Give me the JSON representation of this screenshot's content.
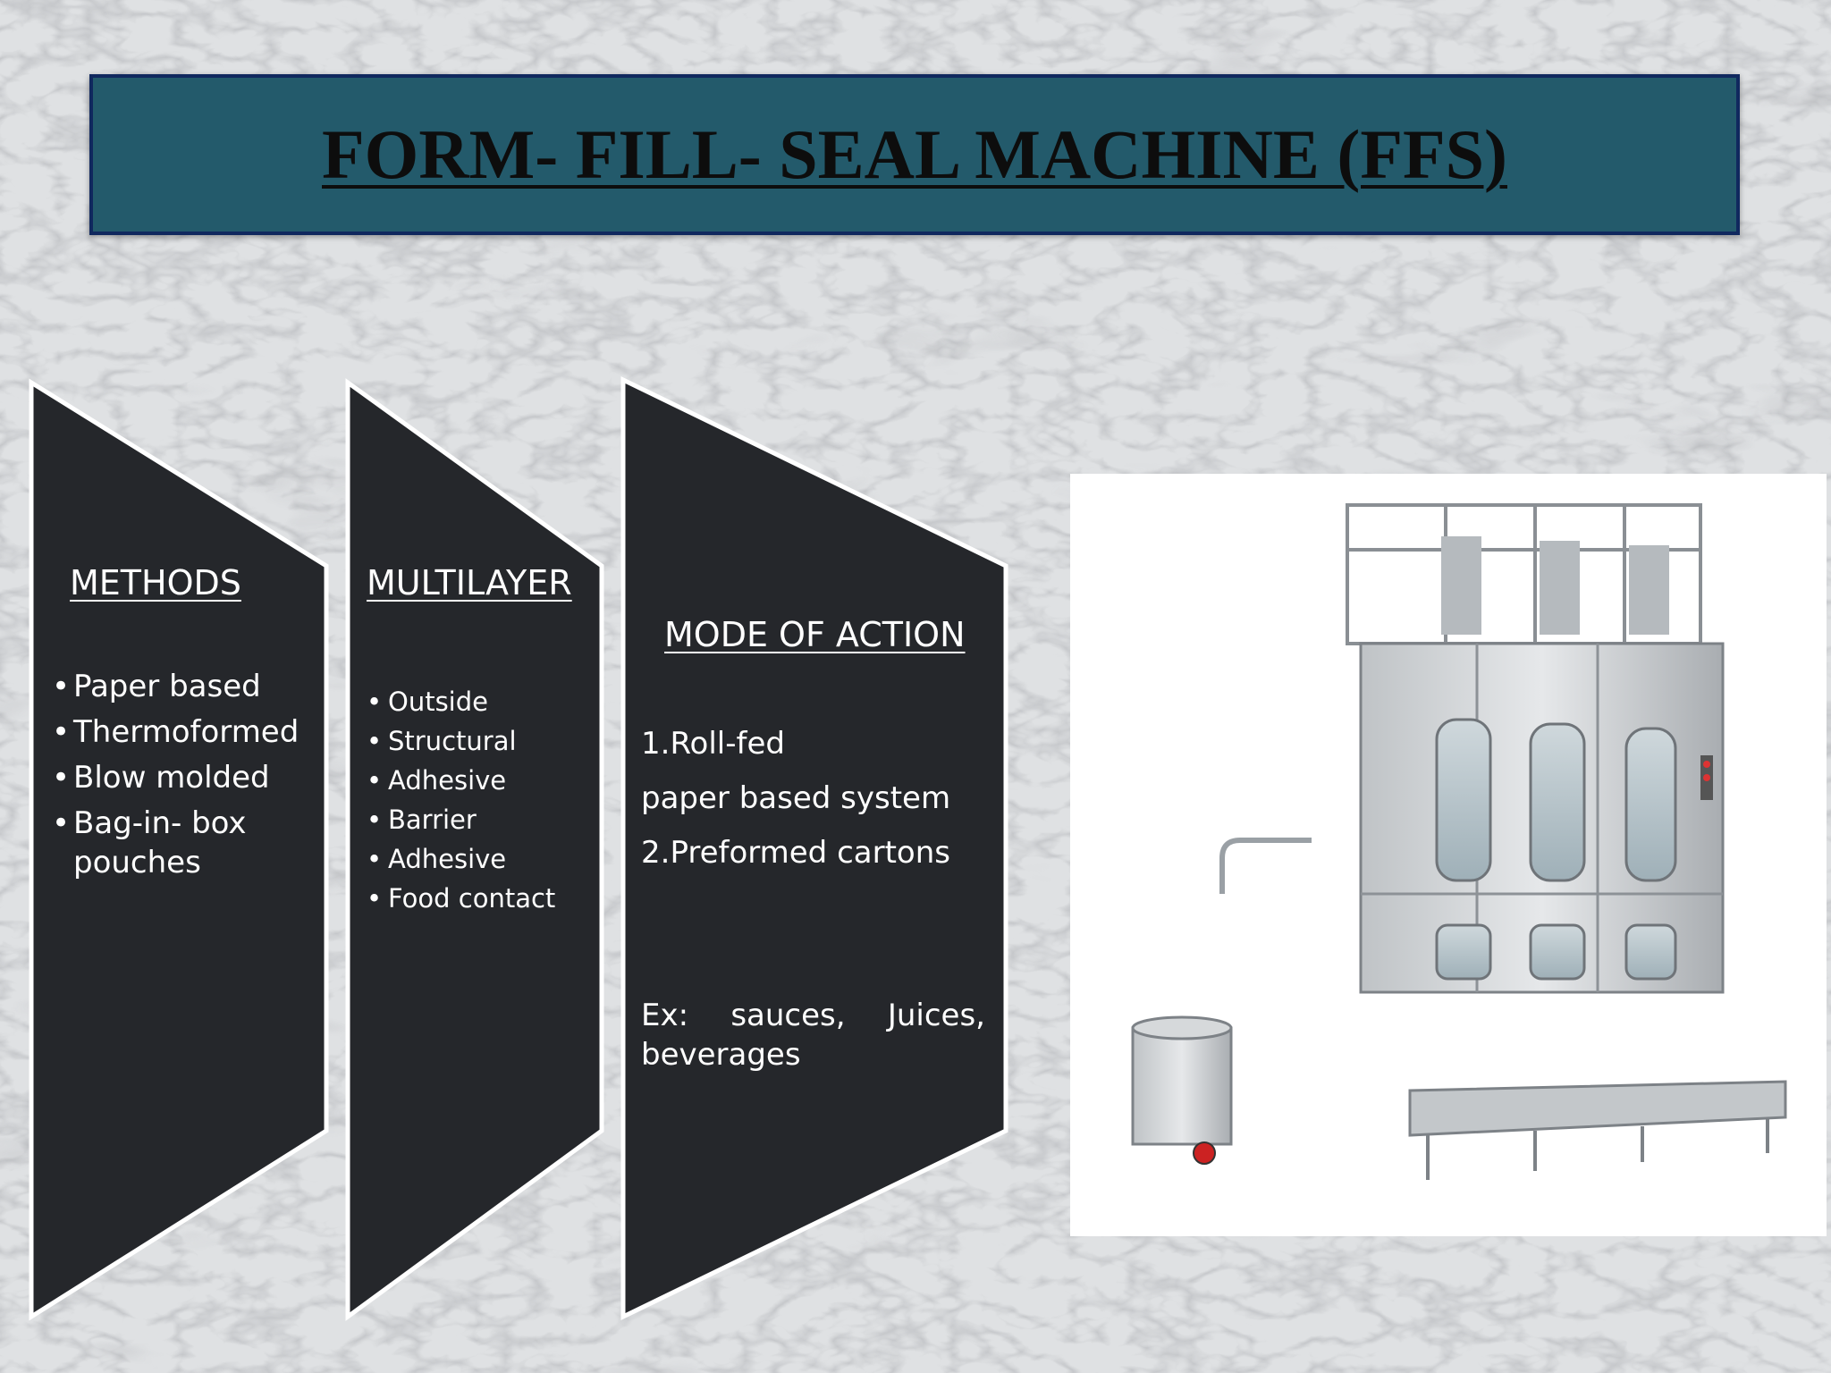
{
  "slide": {
    "title": "FORM- FILL- SEAL MACHINE (FFS)"
  },
  "panels": {
    "methods": {
      "heading": "METHODS",
      "items": [
        "Paper based",
        "Thermoformed",
        "Blow molded",
        "Bag-in- box pouches"
      ]
    },
    "multilayer": {
      "heading": "MULTILAYER",
      "items": [
        "Outside",
        "Structural",
        "Adhesive",
        "Barrier",
        "Adhesive",
        "Food contact"
      ]
    },
    "mode_of_action": {
      "heading": "MODE OF ACTION",
      "lines": [
        "1.Roll-fed",
        "paper based system",
        "2.Preformed cartons"
      ],
      "example": "Ex:   sauces,   Juices, beverages"
    }
  },
  "image": {
    "subject": "form-fill-seal machine"
  },
  "colors": {
    "title_bar": "#235a6b",
    "title_border": "#10285e",
    "chevron_fill": "#25272b",
    "chevron_border": "#ffffff"
  }
}
